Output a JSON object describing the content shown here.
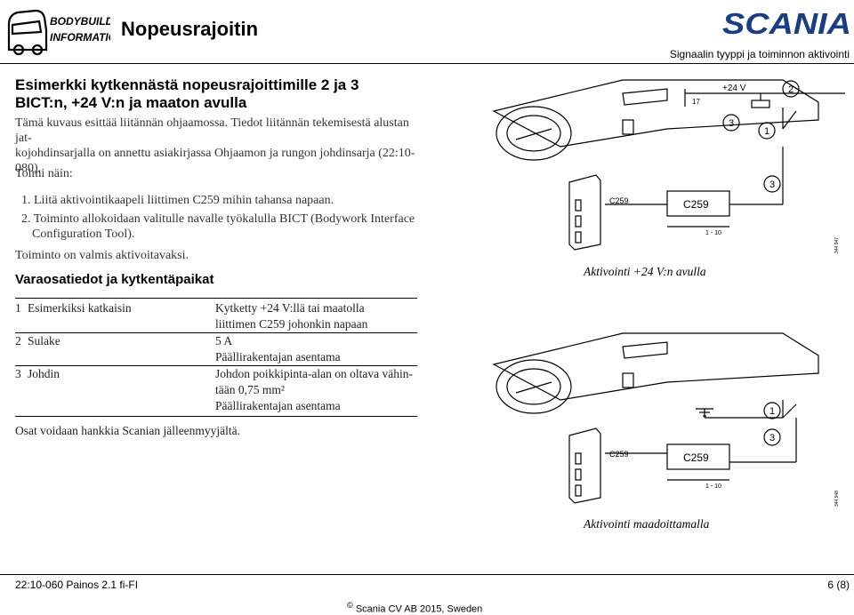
{
  "header": {
    "logo_line1": "BODYBUILDING",
    "logo_line2": "INFORMATION",
    "page_title": "Nopeusrajoitin",
    "brand": "SCANIA",
    "subtitle": "Signaalin tyyppi ja toiminnon aktivointi"
  },
  "main": {
    "heading_line1": "Esimerkki kytkennästä nopeusrajoittimille 2 ja 3",
    "heading_line2": "BICT:n, +24 V:n ja maaton avulla",
    "intro_line1": "Tämä kuvaus esittää liitännän ohjaamossa. Tiedot liitännän tekemisestä alustan jat-",
    "intro_line2": "kojohdinsarjalla on annettu asiakirjassa Ohjaamon ja rungon johdinsarja (22:10-",
    "intro_line3": "080).",
    "steps_label": "Toimi näin:",
    "steps": [
      {
        "num": "1.",
        "line1": "Liitä aktivointikaapeli liittimen C259 mihin tahansa napaan.",
        "line2": ""
      },
      {
        "num": "2.",
        "line1": "Toiminto allokoidaan valitulle navalle työkalulla BICT (Bodywork Interface",
        "line2": "Configuration Tool)."
      }
    ],
    "done": "Toiminto on valmis aktivoitavaksi.",
    "parts_heading": "Varaosatiedot ja kytkentäpaikat",
    "parts": [
      {
        "num": "1",
        "name": "Esimerkiksi katkaisin",
        "desc": [
          "Kytketty +24 V:llä tai maatolla",
          "liittimen C259 johonkin napaan"
        ]
      },
      {
        "num": "2",
        "name": "Sulake",
        "desc": [
          "5 A",
          "Päällirakentajan asentama"
        ]
      },
      {
        "num": "3",
        "name": "Johdin",
        "desc": [
          "Johdon poikkipinta-alan on oltava vähin-",
          "tään 0,75 mm²",
          "Päällirakentajan asentama"
        ]
      }
    ],
    "parts_note": "Osat voidaan hankkia Scanian jälleenmyyjältä."
  },
  "diagram1": {
    "supply_label": "+24 V",
    "pin_label": "17",
    "connector_small": "C259",
    "connector_large": "C259",
    "pin_range": "1 - 10",
    "callouts": [
      "2",
      "3",
      "1",
      "3"
    ],
    "figure_id": "344 947",
    "caption": "Aktivointi +24 V:n avulla"
  },
  "diagram2": {
    "connector_small": "C259",
    "connector_large": "C259",
    "pin_range": "1 - 10",
    "callouts": [
      "1",
      "3"
    ],
    "figure_id": "344 948",
    "caption": "Aktivointi maadoittamalla"
  },
  "footer": {
    "doc_ref": "22:10-060 Painos 2.1 fi-FI",
    "page": "6 (8)",
    "copyright_symbol": "©",
    "copyright_text": "Scania CV AB 2015, Sweden"
  }
}
